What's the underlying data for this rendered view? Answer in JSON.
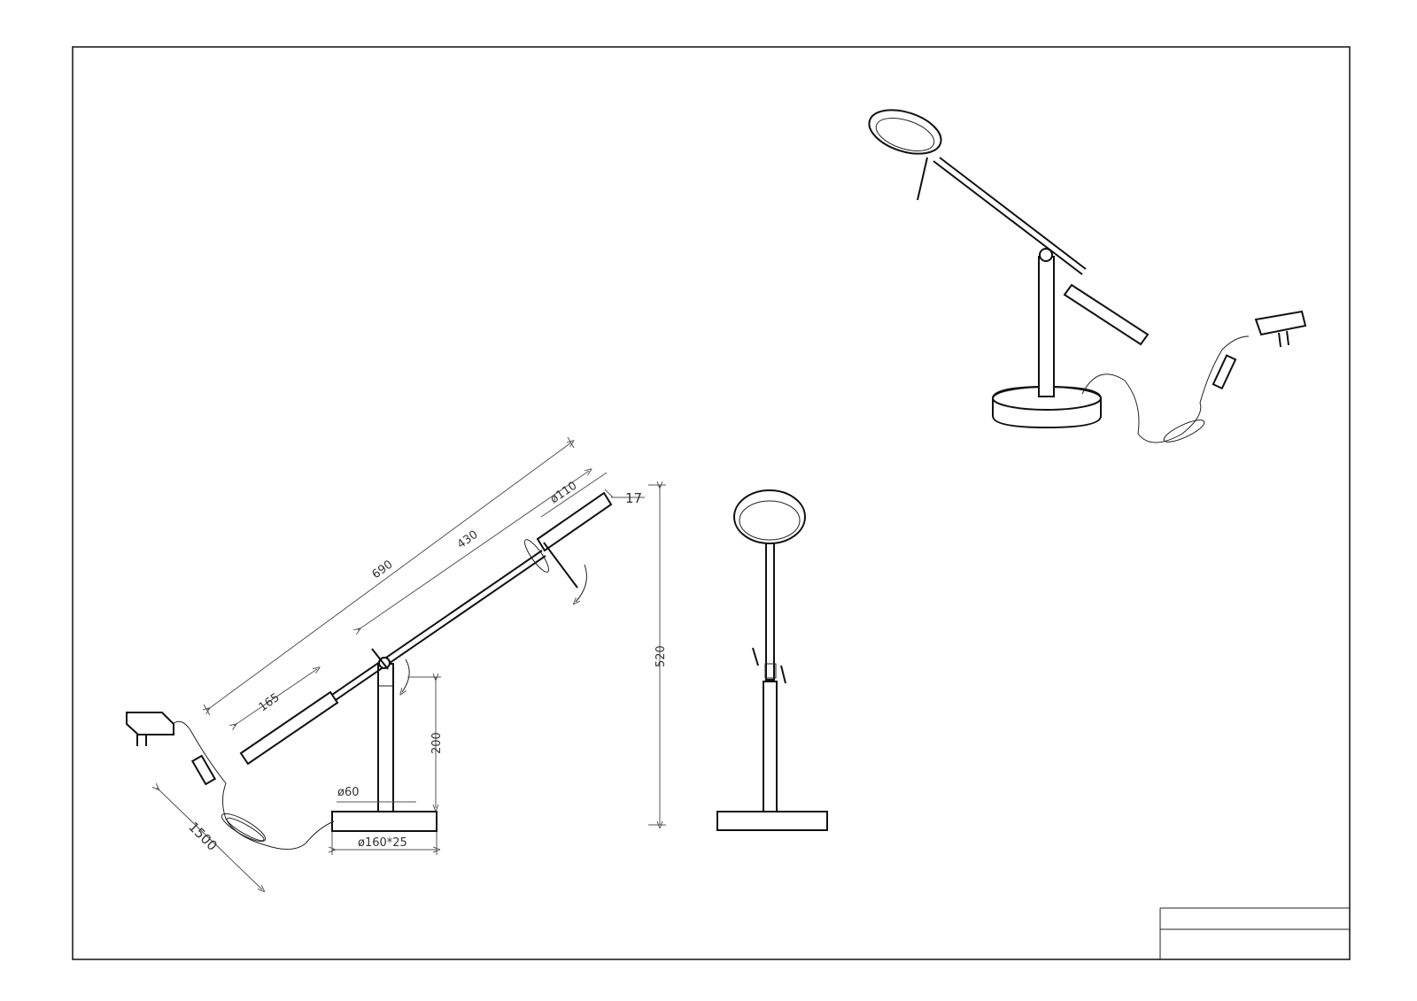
{
  "drawing": {
    "dimensions": {
      "overall_arm_length": "690",
      "arm_front_length": "430",
      "counterweight_length": "165",
      "head_diameter": "ø110",
      "head_thickness": "17",
      "total_height": "520",
      "pole_height": "200",
      "pole_diameter": "ø60",
      "base_size": "ø160*25",
      "cable_length": "1500"
    }
  }
}
